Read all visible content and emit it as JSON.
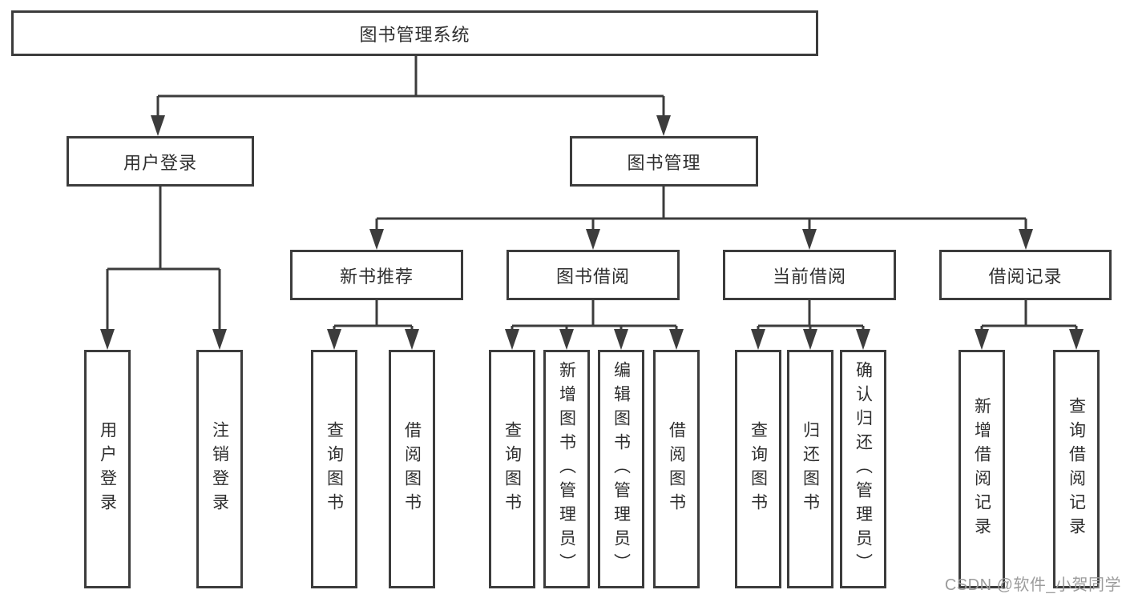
{
  "diagram": {
    "root": {
      "label": "图书管理系统"
    },
    "level2": [
      {
        "label": "用户登录"
      },
      {
        "label": "图书管理"
      }
    ],
    "level3": [
      {
        "label": "新书推荐"
      },
      {
        "label": "图书借阅"
      },
      {
        "label": "当前借阅"
      },
      {
        "label": "借阅记录"
      }
    ],
    "leaves": {
      "login": [
        "用户登录",
        "注销登录"
      ],
      "newbook": [
        "查询图书",
        "借阅图书"
      ],
      "borrow": [
        "查询图书",
        "新增图书（管理员）",
        "编辑图书（管理员）",
        "借阅图书"
      ],
      "current": [
        "查询图书",
        "归还图书",
        "确认归还（管理员）"
      ],
      "records": [
        "新增借阅记录",
        "查询借阅记录"
      ]
    }
  },
  "watermark": "CSDN @软件_小贺同学",
  "colors": {
    "line": "#3c3c3c",
    "text": "#2f2f2f",
    "watermark": "#9c9c9c",
    "background": "#ffffff"
  }
}
